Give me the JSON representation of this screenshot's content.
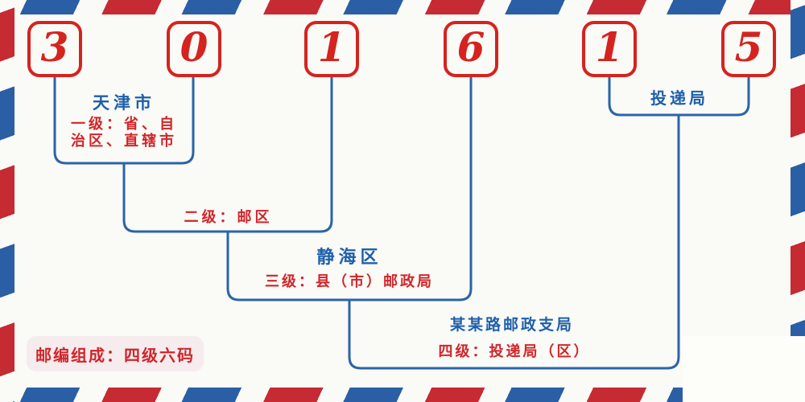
{
  "code": {
    "digits": [
      "3",
      "0",
      "1",
      "6",
      "1",
      "5"
    ]
  },
  "annotations": {
    "level1": {
      "place": "天津市",
      "desc_line1": "一级：省、自",
      "desc_line2": "治区、直辖市"
    },
    "level2": {
      "desc": "二级：邮区"
    },
    "level3": {
      "place": "静海区",
      "desc": "三级：县（市）邮政局"
    },
    "level4": {
      "place": "某某路邮政支局",
      "desc": "四级：投递局（区）"
    },
    "delivery": {
      "label": "投递局"
    }
  },
  "badge": {
    "label": "邮编组成：四级六码"
  },
  "colors": {
    "digit_red": "#d5231f",
    "text_red": "#d0252a",
    "text_blue": "#1e5fab",
    "line_blue": "#2a64a8",
    "stripe_red": "#c62a33",
    "stripe_blue": "#2a5fa5",
    "background": "#fafaf6",
    "badge_background": "#f6ecee"
  }
}
